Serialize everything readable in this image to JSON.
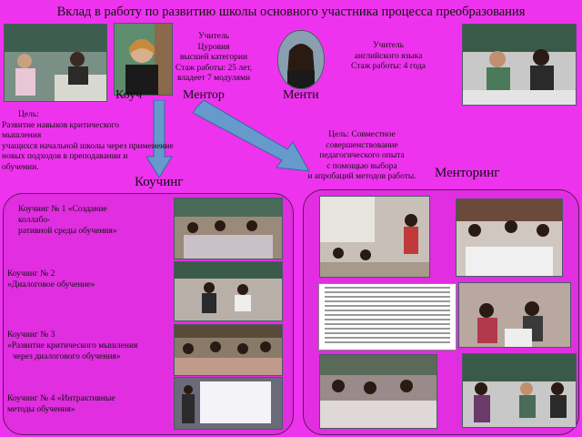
{
  "title": "Вклад в работу по развитию школы основного участника процесса преобразования",
  "mentor_info": [
    "Учитель",
    "Цуровия",
    "высшей категории",
    "Стаж работы: 25 лет,",
    "владеет 7 модулями"
  ],
  "mentee_info": [
    "Учитель",
    "английского языка",
    "Стаж работы: 4 года"
  ],
  "roles": {
    "coach": "Коуч",
    "mentor": "Ментор",
    "mentee": "Менти"
  },
  "coaching_goal": [
    "Цель:",
    "Развитие навыков критического",
    "мышления",
    "учащихся начальной школы через применение",
    "новых подходов в преподавании и",
    "обучении."
  ],
  "mentoring_goal": [
    "Цель: Совместное",
    "совершенствование",
    "педагогического опыта",
    "с помощью выбора",
    "и апробаций методов работы."
  ],
  "sections": {
    "coaching": "Коучинг",
    "mentoring": "Менторинг"
  },
  "coachings": [
    [
      "Коучинг № 1 «Создание",
      "коллабо-",
      "ративной   среды обучения»"
    ],
    [
      "Коучинг № 2",
      "«Диалоговое обучение»"
    ],
    [
      "Коучинг № 3",
      "«Развитие критического  мышления",
      "через диалогового обучения»"
    ],
    [
      "Коучинг № 4 «Интрактивные",
      "методы обучения»"
    ]
  ],
  "colors": {
    "background": "#ee33ee",
    "panel": "#e02ee0",
    "arrow": "#6699cc"
  }
}
